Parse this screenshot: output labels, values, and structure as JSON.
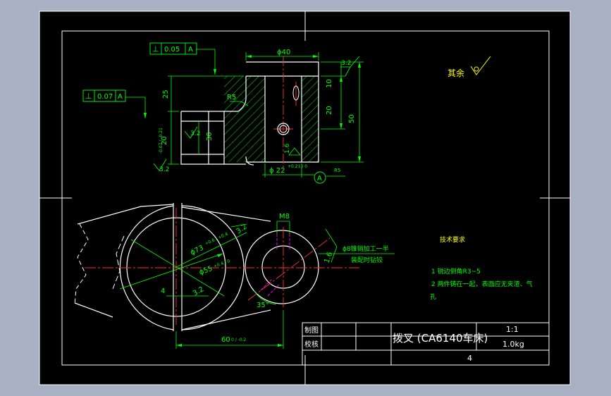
{
  "drawing": {
    "colors": {
      "background": "#a7b1c3",
      "sheet": "#000000",
      "line": "#ffffff",
      "dimension": "#00ff00",
      "centerline": "#ff3030",
      "hidden": "#ff00ff",
      "text": "#ffffff",
      "note": "#00ff00",
      "note_title": "#ffff00"
    },
    "front_view": {
      "dims": {
        "phi40": "ϕ40",
        "r5_left": "R5",
        "h25": "25",
        "h30": "30",
        "h10": "10",
        "h20": "20",
        "h50": "50",
        "w20": "20",
        "w20_tol": "-0.07 / -0.21",
        "phi22": "ϕ 22",
        "phi22_tol": "+0.21 / 0",
        "r5_right": "R5"
      },
      "roughness": {
        "top_right": "3.2",
        "left_mid": "3.2",
        "left_bottom": "3.2",
        "bore": "1.6"
      },
      "datum_label": "A",
      "tolerance_frames": [
        {
          "symbol": "⊥",
          "value": "0.05",
          "datum": "A"
        },
        {
          "symbol": "⊥",
          "value": "0.07",
          "datum": "A"
        }
      ]
    },
    "top_view": {
      "dims": {
        "phi73": "ϕ73",
        "phi73_tol": "+0.6 / +0.4",
        "phi55": "ϕ55",
        "phi55_tol": "+0.4 / 0",
        "width4": "4",
        "roughness_32": "3.2",
        "roughness_16": "1.6",
        "angle35": "35°",
        "chamfer": "3.2",
        "m8": "M8",
        "center_dist": "60",
        "center_dist_tol": "0 / -0.2"
      },
      "hole_note": {
        "line1": "ϕ8锥销加工一半",
        "line2": "装配时钻铰"
      }
    },
    "other_finish": "其余",
    "other_finish_value": "",
    "tech_notes": {
      "title": "技术要求",
      "items": [
        "1 锐边倒角R3~5",
        "2 两件铸在一起，表面应无夹渣、气",
        "孔"
      ]
    },
    "title_block": {
      "part_name": "拨叉 (CA6140车床)",
      "drawn_label": "制图",
      "checked_label": "校核",
      "scale": "1:1",
      "weight": "1.0kg",
      "sheet": "4"
    }
  }
}
